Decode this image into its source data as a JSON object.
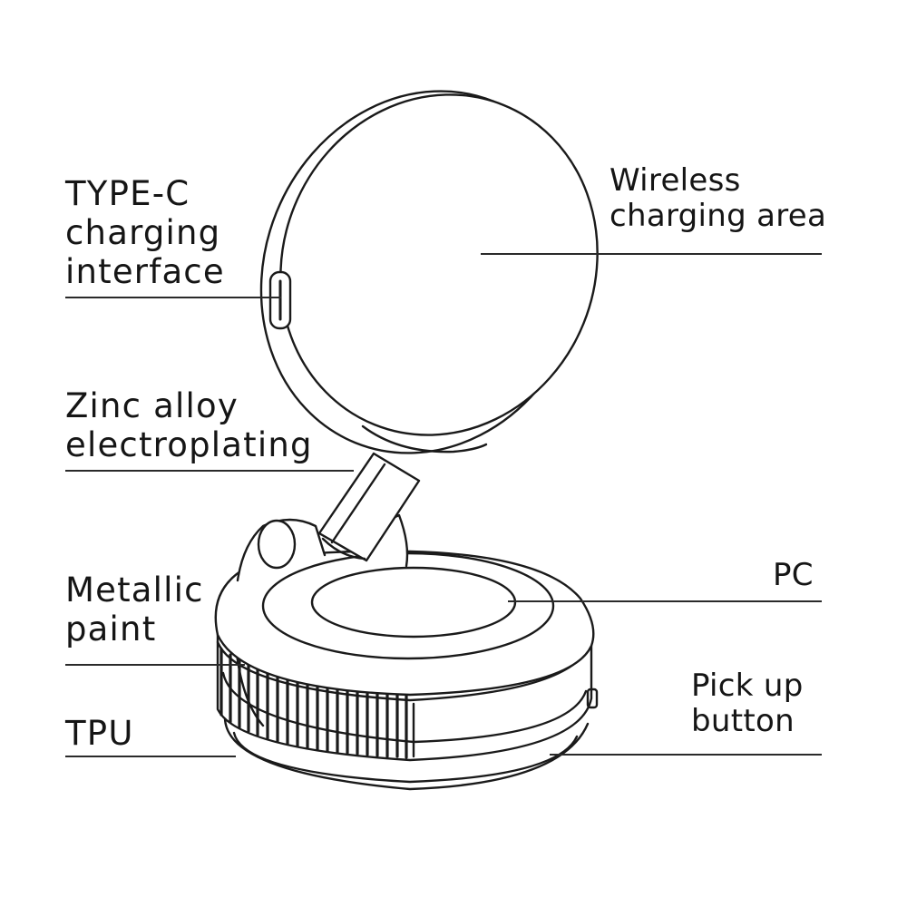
{
  "labels": {
    "type_c": [
      "TYPE-C",
      "charging",
      "interface"
    ],
    "zinc": [
      "Zinc alloy",
      "electroplating"
    ],
    "metallic": [
      "Metallic",
      "paint"
    ],
    "tpu": [
      "TPU"
    ],
    "wireless": [
      "Wireless",
      "charging area"
    ],
    "pc": [
      "PC"
    ],
    "pickup": [
      "Pick up",
      "button"
    ]
  },
  "colors": {
    "line": "#1a1a1a",
    "text": "#151515",
    "background": "#ffffff"
  }
}
